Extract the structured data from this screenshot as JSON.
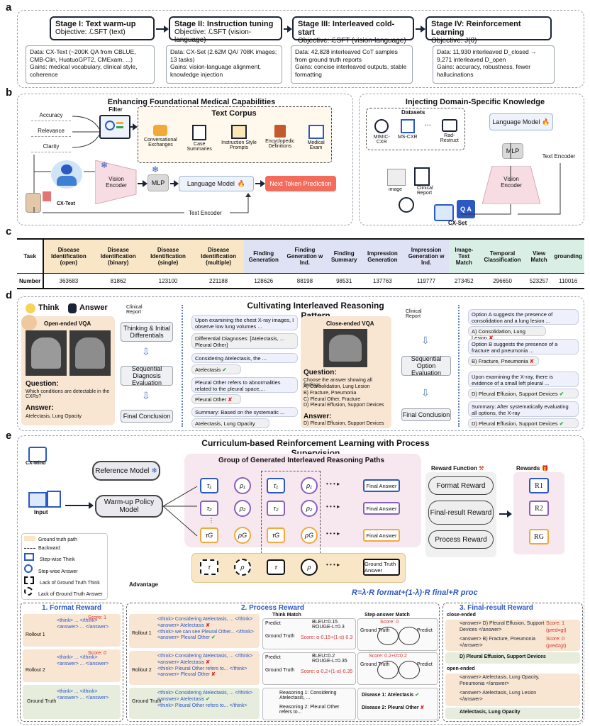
{
  "panels": {
    "a": "a",
    "b": "b",
    "c": "c",
    "d": "d",
    "e": "e"
  },
  "stages": [
    {
      "title": "Stage I: Text warm-up",
      "objective": "Objective: ℒSFT (text)",
      "data": "Data: CX-Text (~200K QA from CBLUE, CMB-Clin, HuatuoGPT2, CMExam, ...)",
      "gains": "Gains: medical vocabulary, clinical style, coherence"
    },
    {
      "title": "Stage II: Instruction tuning",
      "objective": "Objective: ℒSFT (vision-language)",
      "data": "Data: CX-Set (2.62M QA/ 708K images; 13 tasks)",
      "gains": "Gains: vision-language alignment, knowledge injection"
    },
    {
      "title": "Stage III: Interleaved cold-start",
      "objective": "Objective: ℒSFT (vision-language)",
      "data": "Data: 42,828 interleaved CoT samples from ground truth reports",
      "gains": "Gains: concise interleaved outputs, stable formatting"
    },
    {
      "title": "Stage IV: Reinforcement Learning",
      "objective": "Objective: J(θ)",
      "data": "Data: 11,930 interleaved D_closed → 9,271 interleaved D_open",
      "gains": "Gains: accuracy, robustness, fewer hallucinations"
    }
  ],
  "b": {
    "left_title": "Enhancing Foundational Medical Capabilities",
    "right_title": "Injecting Domain-Specific Knowledge",
    "filter": "Filter",
    "criteria": [
      "Accuracy",
      "Relevance",
      "Clarity"
    ],
    "text_corpus": "Text Corpus",
    "corpus_items": [
      "Conversational Exchanges",
      "Case Summaries",
      "Instruction Style Prompts",
      "Encyclopedic Definitions",
      "Medical Exam"
    ],
    "vision_encoder": "Vision Encoder",
    "mlp": "MLP",
    "language_model": "Language Model",
    "next_token": "Next Token Prediction",
    "text_encoder": "Text Encoder",
    "cx_text": "CX-Text",
    "datasets": "Datasets",
    "dataset_items": [
      "MIMIC-CXR",
      "MS-CXR",
      "...",
      "Rad-Restruct"
    ],
    "image": "image",
    "clinical_report": "Clinical Report",
    "cx_set": "CX-Set",
    "qa": "Q A"
  },
  "c": {
    "header": [
      "Task",
      "Disease Identification (open)",
      "Disease Identification (binary)",
      "Disease Identification (single)",
      "Disease Identification (multiple)",
      "Finding Generation",
      "Finding Generation w Ind.",
      "Finding Summary",
      "Impression Generation",
      "Impression Generation w Ind.",
      "Image-Text Match",
      "Temporal Classification",
      "View Match",
      "grounding"
    ],
    "row_label": "Number",
    "values": [
      "363683",
      "81862",
      "123100",
      "221188",
      "128626",
      "88198",
      "98531",
      "137763",
      "119777",
      "273452",
      "296650",
      "523257",
      "110016"
    ]
  },
  "d": {
    "title": "Cultivating Interleaved Reasoning Pattern",
    "think": "Think",
    "answer": "Answer",
    "open_vqa": "Open-ended VQA",
    "close_vqa": "Close-ended VQA",
    "q_label": "Question:",
    "open_question": "Which conditions are detectable in the CXRs?",
    "a_label": "Answer:",
    "open_answer": "Atelectasis, Lung Opacity",
    "close_question": "Choose the answer showing all findings.",
    "close_options": [
      "A) Consolidation, Lung Lesion",
      "B) Fracture, Pneumonia",
      "C) Pleural Other, Fracture",
      "D) Pleural Effusion, Support Devices"
    ],
    "close_answer": "D) Pleural Effusion, Support Devices",
    "clinical_report": "Clinical Report",
    "steps_open": [
      "Thinking & Initial Differentials",
      "Sequential Diagnosis Evaluation",
      "Final Conclusion"
    ],
    "steps_close": [
      "Sequential Option Evaluation",
      "Final Conclusion"
    ],
    "open_bubbles": [
      "Upon examining the chest X-ray images, I observe low lung volumes ...",
      "Differential Diagnoses: [Atelectasis, ... Pleural Other]",
      "Considering Atelectasis, the ...",
      "Atelectasis",
      "Pleural Other refers to abnormalities related to the pleural space,...",
      "Pleural Other",
      "Summary: Based on the systematic ...",
      "Atelectasis, Lung Opacity"
    ],
    "close_bubbles": [
      "Option A suggests the presence of consolidation and a lung lesion ...",
      "A) Consolidation, Lung Lesion",
      "Option B suggests the presence of a fracture and pneumonia ...",
      "B) Fracture, Pneumonia",
      "Upon examining the X-ray, there is evidence of a small left pleural ...",
      "D) Pleural Effusion, Support Devices",
      "Summary: After systematically evaluating all options, the X-ray",
      "D) Pleural Effusion, Support Devices"
    ]
  },
  "e": {
    "title": "Curriculum-based Reinforcement Learning with Process Supervision",
    "brand": "CX-Mind",
    "reference_model": "Reference Model",
    "input": "Input",
    "policy_model": "Warm-up Policy Model",
    "group_title": "Group of Generated Interleaved Reasoning Paths",
    "final_answer": "Final Answer",
    "gt_answer": "Ground Truth Answer",
    "reward_function": "Reward Function",
    "rewards_title": "Rewards",
    "rewards": [
      "Format Reward",
      "Final-result Reward",
      "Process Reward"
    ],
    "r_labels": [
      "R1",
      "R2",
      "RG"
    ],
    "legend": [
      "Ground truth path",
      "Backward",
      "Step-wise Think",
      "Step-wise Answer",
      "Lack of Ground Truth Think",
      "Lack of Ground Truth Answer"
    ],
    "advantage": "Advantage",
    "formula": "R=λ·R format+(1-λ)·R final+R proc",
    "sub1_title": "1. Format Reward",
    "sub2_title": "2. Process Reward",
    "sub3_title": "3. Final-result Reward",
    "rollout1": "Rollout 1",
    "rollout2": "Rollout 2",
    "ground_truth": "Ground Truth",
    "score1": "Score: 1",
    "score0": "Score: 0",
    "think_match": "Think Match",
    "step_answer_match": "Step-answer Match",
    "predict": "Predict",
    "bleu1": "BLEU=0.15 ROUGE-L=0.3",
    "score_a": "Score: α·0.15+(1-α)·0.3",
    "bleu2": "BLEU=0.2 ROUGE-L=0.35",
    "score_b": "Score: α·0.2+(1-α)·0.35",
    "score_c": "Score: 0",
    "score_d": "Score: 0.2+0=0.2",
    "reason1": "Reasoning 1: Considering Atelectasis, ...",
    "reason2": "Reasoning 2: Pleural Other refers to...",
    "disease1": "Disease 1: Atelectasis",
    "disease2": "Disease 2: Pleural Other",
    "close_ended": "close-ended",
    "open_ended": "open-ended",
    "xml_think": "<think> ... </think>",
    "xml_answer": "<answer> ... </answer>",
    "pr_r1_t1": "<think> Considering Atelectasis, ... </think>",
    "pr_r1_a1": "<answer> Atelectasis",
    "pr_r1_t2": "<think> we can see Pleural Other... </think>",
    "pr_r1_a2": "<answer> Pleural Other",
    "pr_r2_t2": "<think> Pleural Other refers to... </think>",
    "fr_close_1": "<answer> D) Pleural Effusion, Support Devices </answer>",
    "fr_close_2": "<answer> B) Fracture, Pneumonia </answer>",
    "fr_close_gt": "D) Pleural Effusion, Support Devices",
    "fr_open_1": "<answer> Atelectasis, Lung Opacity, Pneumonia </answer>",
    "fr_open_2": "<answer> Atelectasis, Lung Lesion </answer>",
    "fr_open_gt": "Atelectasis, Lung Opacity",
    "pred_eq": "(pred=gt)",
    "pred_neq": "(pred≠gt)"
  },
  "colors": {
    "navy": "#1b2436",
    "blue": "#2c58c4",
    "green": "#2ca84a",
    "red": "#d93030",
    "orange": "#f2a93b",
    "purple": "#8a5fbf",
    "pink": "#f7dde3"
  }
}
